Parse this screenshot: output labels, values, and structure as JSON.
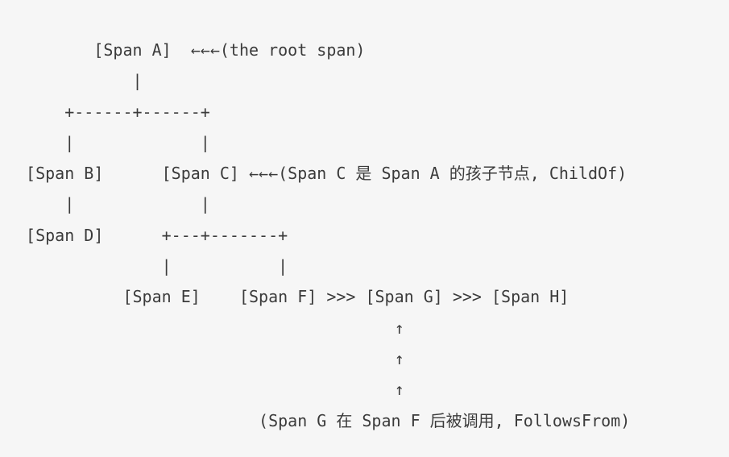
{
  "colors": {
    "background": "#f7f7f7",
    "text": "#3b3b3b"
  },
  "diagram": {
    "description_root_note": "(the root span)",
    "description_childof_note": "(Span C 是 Span A 的孩子节点, ChildOf)",
    "description_followsfrom_note": "(Span G 在 Span F 后被调用, FollowsFrom)",
    "lines": [
      "        [Span A]  ←←←(the root span)",
      "            |",
      "     +------+------+",
      "     |             |",
      " [Span B]      [Span C] ←←←(Span C 是 Span A 的孩子节点, ChildOf)",
      "     |             |",
      " [Span D]      +---+-------+",
      "               |           |",
      "           [Span E]    [Span F] >>> [Span G] >>> [Span H]",
      "                                       ↑",
      "                                       ↑",
      "                                       ↑",
      "                         (Span G 在 Span F 后被调用, FollowsFrom)"
    ]
  }
}
